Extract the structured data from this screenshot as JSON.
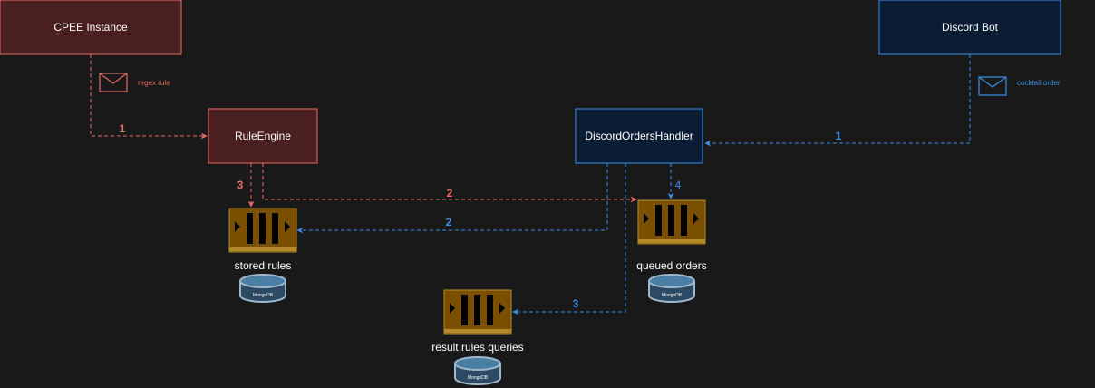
{
  "nodes": {
    "cpee": "CPEE Instance",
    "discord_bot": "Discord Bot",
    "rule_engine": "RuleEngine",
    "orders_handler": "DiscordOrdersHandler"
  },
  "queues": {
    "stored_rules": "stored rules",
    "queued_orders": "queued orders",
    "result_rules_queries": "result rules queries"
  },
  "db_label": "MongoDB",
  "messages": {
    "regex_rule": "regex rule",
    "cocktail_order": "cocktail order"
  },
  "edge_labels": {
    "cpee_to_engine": "1",
    "bot_to_handler": "1",
    "engine_to_orders": "2",
    "handler_to_rules": "2",
    "engine_to_rules": "3",
    "handler_to_results": "3",
    "handler_to_orders": "4"
  },
  "colors": {
    "background": "#191919",
    "red_stroke": "#ea6b66",
    "red_fill": "#4a1f1f",
    "blue_stroke": "#3a8ee6",
    "blue_fill": "#0b1d35",
    "queue_fill": "#7a5000",
    "queue_border": "#b38a2a"
  }
}
